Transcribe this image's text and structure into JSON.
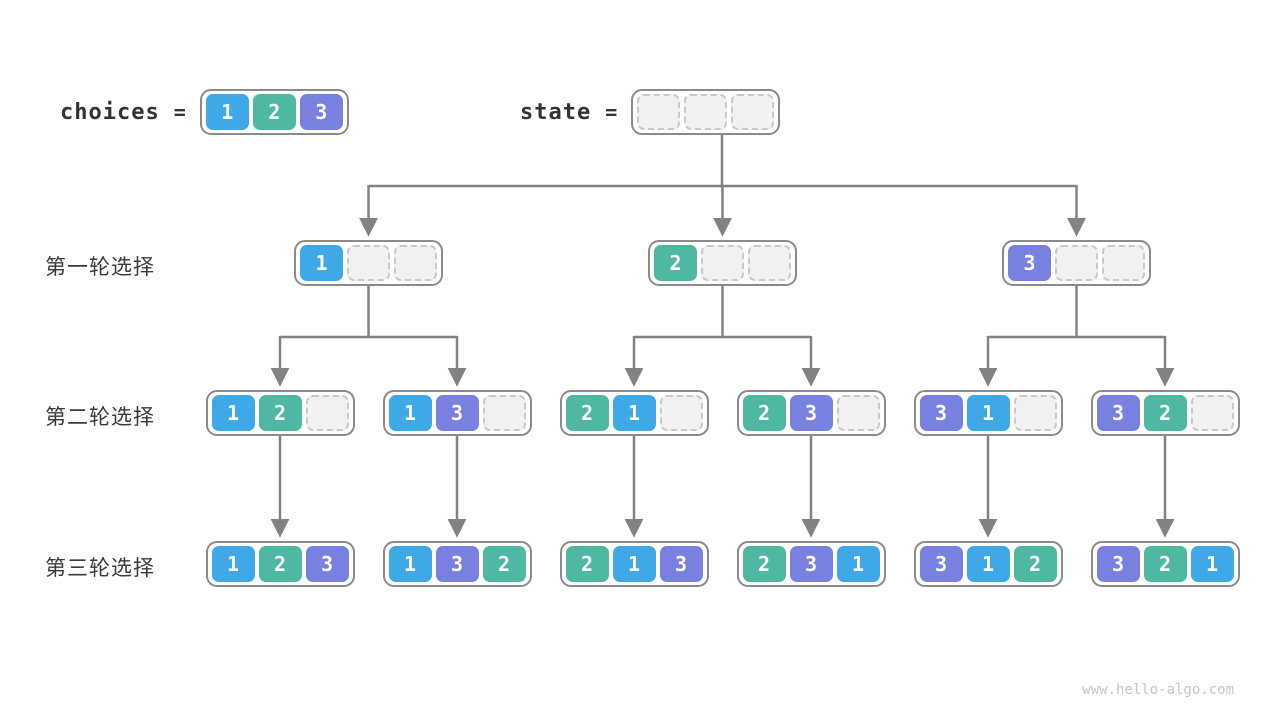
{
  "header": {
    "choices_label": "choices",
    "equals": "=",
    "choices_cells": [
      "1",
      "2",
      "3"
    ],
    "state_label": "state",
    "state_cells": [
      "",
      "",
      ""
    ]
  },
  "rows": [
    {
      "label": "第一轮选择",
      "nodes": [
        [
          "1",
          "",
          ""
        ],
        [
          "2",
          "",
          ""
        ],
        [
          "3",
          "",
          ""
        ]
      ]
    },
    {
      "label": "第二轮选择",
      "nodes": [
        [
          "1",
          "2",
          ""
        ],
        [
          "1",
          "3",
          ""
        ],
        [
          "2",
          "1",
          ""
        ],
        [
          "2",
          "3",
          ""
        ],
        [
          "3",
          "1",
          ""
        ],
        [
          "3",
          "2",
          ""
        ]
      ]
    },
    {
      "label": "第三轮选择",
      "nodes": [
        [
          "1",
          "2",
          "3"
        ],
        [
          "1",
          "3",
          "2"
        ],
        [
          "2",
          "1",
          "3"
        ],
        [
          "2",
          "3",
          "1"
        ],
        [
          "3",
          "1",
          "2"
        ],
        [
          "3",
          "2",
          "1"
        ]
      ]
    }
  ],
  "colors": {
    "1": "#3fa8e6",
    "2": "#4fb8a3",
    "3": "#7981e0",
    "empty_fill": "#f1f1f1",
    "empty_border": "#c9c9c9",
    "box_border": "#8b8b8b",
    "arrow": "#828282"
  },
  "watermark": "www.hello-algo.com"
}
